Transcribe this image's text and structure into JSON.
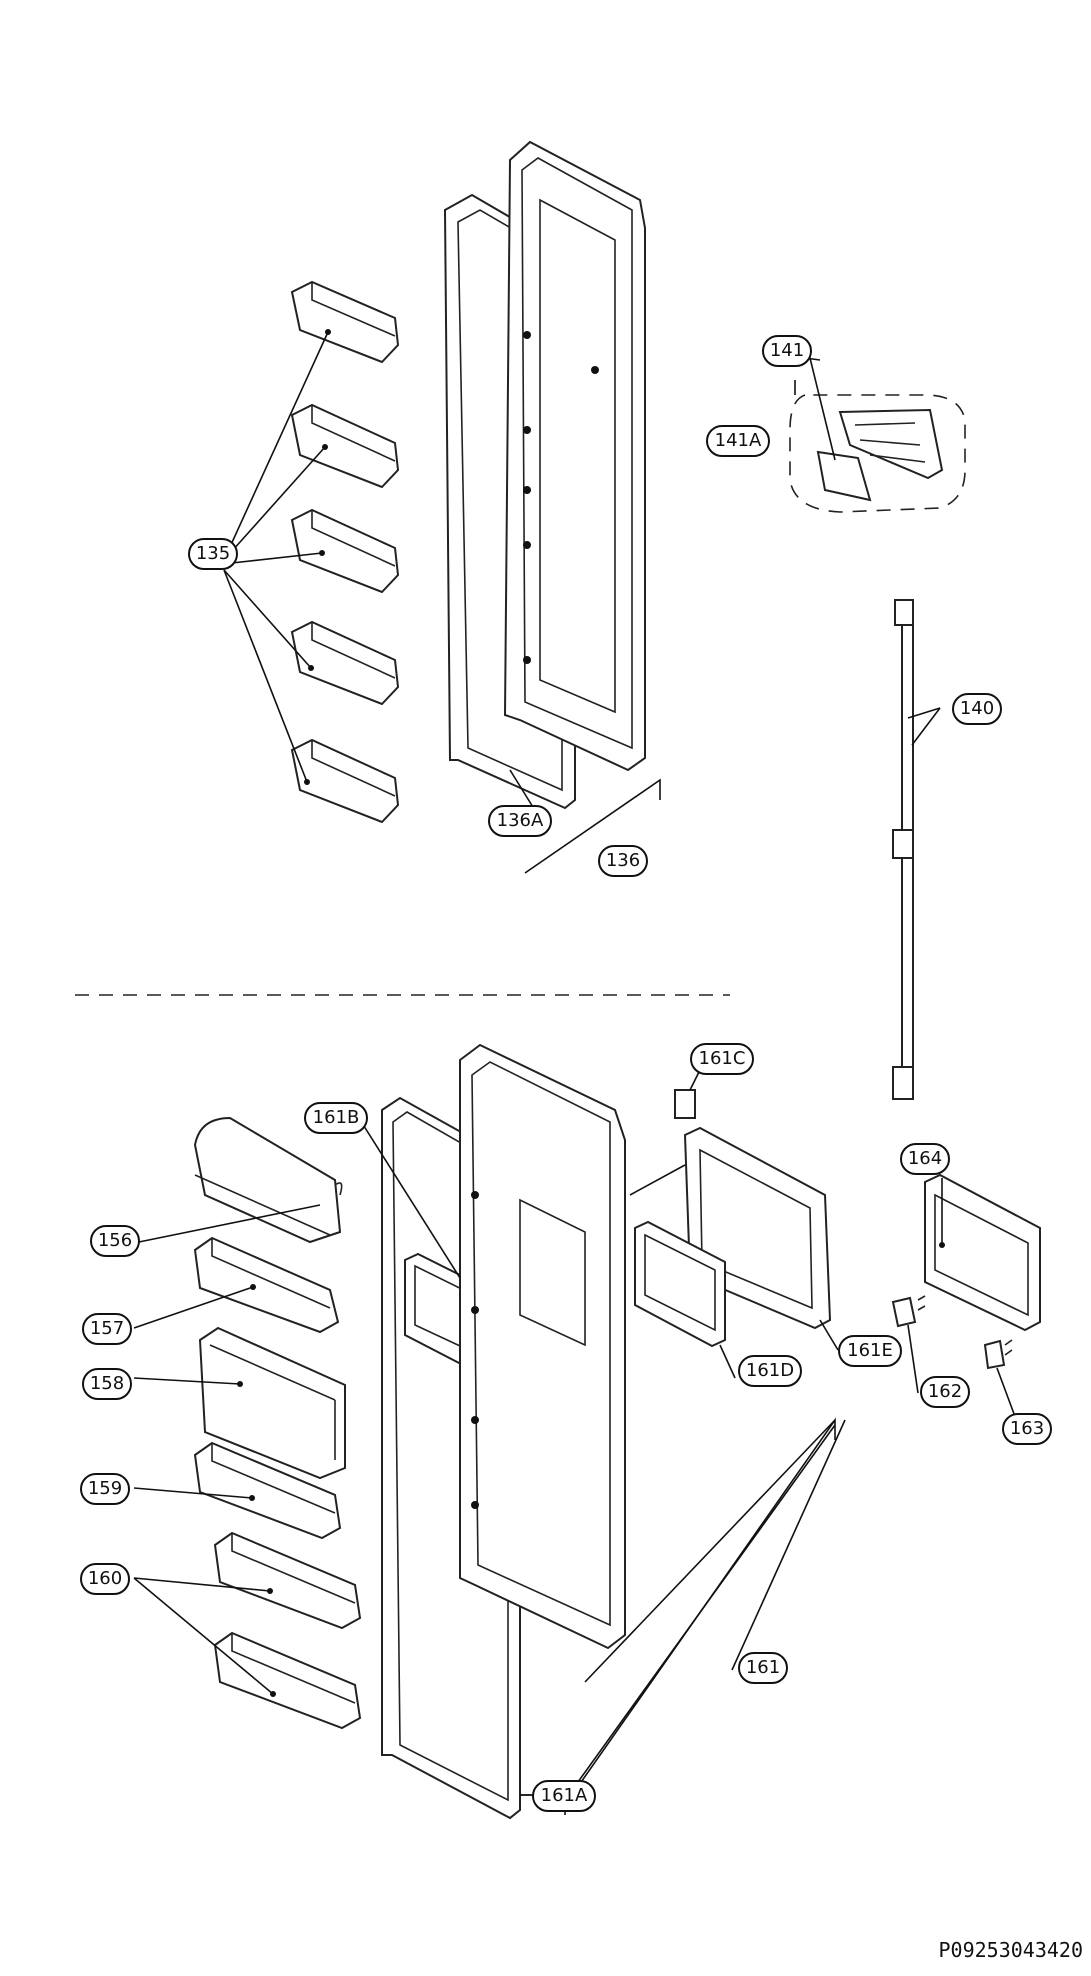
{
  "callouts": [
    {
      "id": "135",
      "label": "135"
    },
    {
      "id": "136",
      "label": "136"
    },
    {
      "id": "136A",
      "label": "136A"
    },
    {
      "id": "140",
      "label": "140"
    },
    {
      "id": "141",
      "label": "141"
    },
    {
      "id": "141A",
      "label": "141A"
    },
    {
      "id": "156",
      "label": "156"
    },
    {
      "id": "157",
      "label": "157"
    },
    {
      "id": "158",
      "label": "158"
    },
    {
      "id": "159",
      "label": "159"
    },
    {
      "id": "160",
      "label": "160"
    },
    {
      "id": "161",
      "label": "161"
    },
    {
      "id": "161A",
      "label": "161A"
    },
    {
      "id": "161B",
      "label": "161B"
    },
    {
      "id": "161C",
      "label": "161C"
    },
    {
      "id": "161D",
      "label": "161D"
    },
    {
      "id": "161E",
      "label": "161E"
    },
    {
      "id": "162",
      "label": "162"
    },
    {
      "id": "163",
      "label": "163"
    },
    {
      "id": "164",
      "label": "164"
    }
  ],
  "part_number": "P09253043420"
}
